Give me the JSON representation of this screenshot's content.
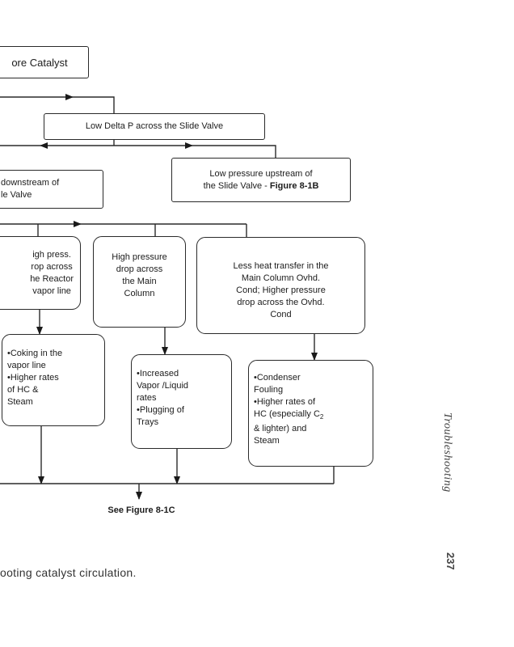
{
  "flowchart": {
    "boxes": {
      "more_catalyst": "ore Catalyst",
      "low_delta_p": "Low Delta P across the Slide  Valve",
      "pressure_downstream": "downstream of\nle Valve",
      "pressure_upstream_line1": "Low  pressure upstream of",
      "pressure_upstream_line2_prefix": "the Slide Valve - ",
      "pressure_upstream_figure_ref": "Figure 8-1B",
      "reactor_vapor_line": "igh press.\nrop across\nhe Reactor\nvapor line",
      "main_column": "High pressure\ndrop across\nthe Main\nColumn",
      "ovhd_condenser": "Less heat transfer in the\nMain Column Ovhd.\nCond; Higher pressure\ndrop across the Ovhd.\nCond",
      "coking": "•Coking in the\nvapor line\n•Higher rates\nof HC &\nSteam",
      "vapor_liquid": "•Increased\nVapor /Liquid\nrates\n•Plugging of\nTrays",
      "condenser_fouling_prefix": "•Condenser\nFouling\n•Higher rates of\nHC (especially C",
      "condenser_fouling_sub": "2",
      "condenser_fouling_suffix": "\n& lighter) and\nSteam"
    },
    "see_figure": "See Figure 8-1C"
  },
  "caption": "ooting  catalyst  circulation.",
  "running_head": {
    "section_title": "Troubleshooting",
    "page_number": "237"
  }
}
